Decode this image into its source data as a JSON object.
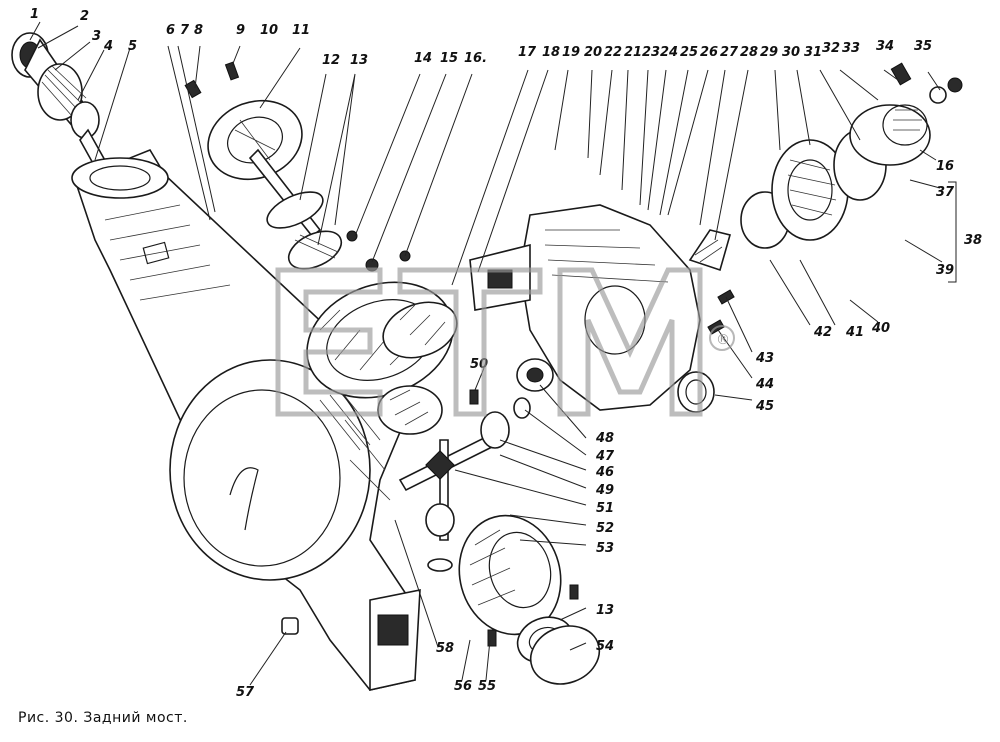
{
  "caption": "Рис. 30. Задний мост.",
  "watermark": {
    "text": "ETM",
    "registered": "®"
  },
  "callouts": [
    {
      "id": "1",
      "label": "1"
    },
    {
      "id": "2",
      "label": "2"
    },
    {
      "id": "3",
      "label": "3"
    },
    {
      "id": "4",
      "label": "4"
    },
    {
      "id": "5",
      "label": "5"
    },
    {
      "id": "6",
      "label": "6"
    },
    {
      "id": "7",
      "label": "7"
    },
    {
      "id": "8",
      "label": "8"
    },
    {
      "id": "9",
      "label": "9"
    },
    {
      "id": "10",
      "label": "10"
    },
    {
      "id": "11",
      "label": "11"
    },
    {
      "id": "12",
      "label": "12"
    },
    {
      "id": "13",
      "label": "13"
    },
    {
      "id": "14",
      "label": "14"
    },
    {
      "id": "15",
      "label": "15"
    },
    {
      "id": "16",
      "label": "16."
    },
    {
      "id": "17",
      "label": "17"
    },
    {
      "id": "18",
      "label": "18"
    },
    {
      "id": "19",
      "label": "19"
    },
    {
      "id": "20",
      "label": "20"
    },
    {
      "id": "22",
      "label": "22"
    },
    {
      "id": "21",
      "label": "21"
    },
    {
      "id": "23",
      "label": "23"
    },
    {
      "id": "24",
      "label": "24"
    },
    {
      "id": "25",
      "label": "25"
    },
    {
      "id": "26",
      "label": "26"
    },
    {
      "id": "27",
      "label": "27"
    },
    {
      "id": "28",
      "label": "28"
    },
    {
      "id": "29",
      "label": "29"
    },
    {
      "id": "30",
      "label": "30"
    },
    {
      "id": "31",
      "label": "31"
    },
    {
      "id": "32",
      "label": "32"
    },
    {
      "id": "33",
      "label": "33"
    },
    {
      "id": "34",
      "label": "34"
    },
    {
      "id": "35",
      "label": "35"
    },
    {
      "id": "16b",
      "label": "16"
    },
    {
      "id": "37",
      "label": "37"
    },
    {
      "id": "38",
      "label": "38"
    },
    {
      "id": "39",
      "label": "39"
    },
    {
      "id": "40",
      "label": "40"
    },
    {
      "id": "41",
      "label": "41"
    },
    {
      "id": "42",
      "label": "42"
    },
    {
      "id": "43",
      "label": "43"
    },
    {
      "id": "44",
      "label": "44"
    },
    {
      "id": "45",
      "label": "45"
    },
    {
      "id": "50",
      "label": "50"
    },
    {
      "id": "48",
      "label": "48"
    },
    {
      "id": "47",
      "label": "47"
    },
    {
      "id": "46",
      "label": "46"
    },
    {
      "id": "49",
      "label": "49"
    },
    {
      "id": "51",
      "label": "51"
    },
    {
      "id": "52",
      "label": "52"
    },
    {
      "id": "53",
      "label": "53"
    },
    {
      "id": "13b",
      "label": "13"
    },
    {
      "id": "54",
      "label": "54"
    },
    {
      "id": "58",
      "label": "58"
    },
    {
      "id": "56",
      "label": "56"
    },
    {
      "id": "55",
      "label": "55"
    },
    {
      "id": "57",
      "label": "57"
    }
  ]
}
